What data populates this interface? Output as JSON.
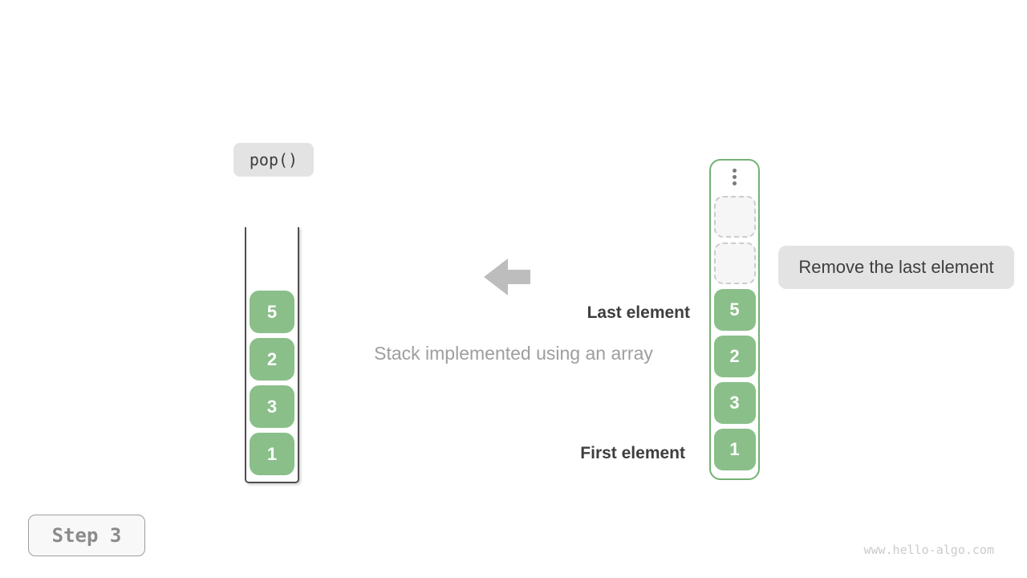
{
  "pop_button": {
    "label": "pop()"
  },
  "step_badge": {
    "label": "Step 3"
  },
  "watermark": {
    "text": "www.hello-algo.com"
  },
  "caption": {
    "text": "Stack implemented using an array"
  },
  "annotations": {
    "last_element": "Last element",
    "first_element": "First element",
    "remove_note": "Remove the last element"
  },
  "stack_view": {
    "values": [
      "5",
      "2",
      "3",
      "1"
    ]
  },
  "array_view": {
    "empty_slot_count": 2,
    "values": [
      "5",
      "2",
      "3",
      "1"
    ]
  },
  "colors": {
    "cell-green": "#8abf8a",
    "array-border-green": "#74b174",
    "badge-gray": "#e3e3e3",
    "text-dark": "#3e3e3e",
    "text-gray": "#9e9e9e",
    "arrow-gray": "#bdbdbd",
    "step-text": "#8b8b8b",
    "watermark-gray": "#cbcbcb"
  }
}
